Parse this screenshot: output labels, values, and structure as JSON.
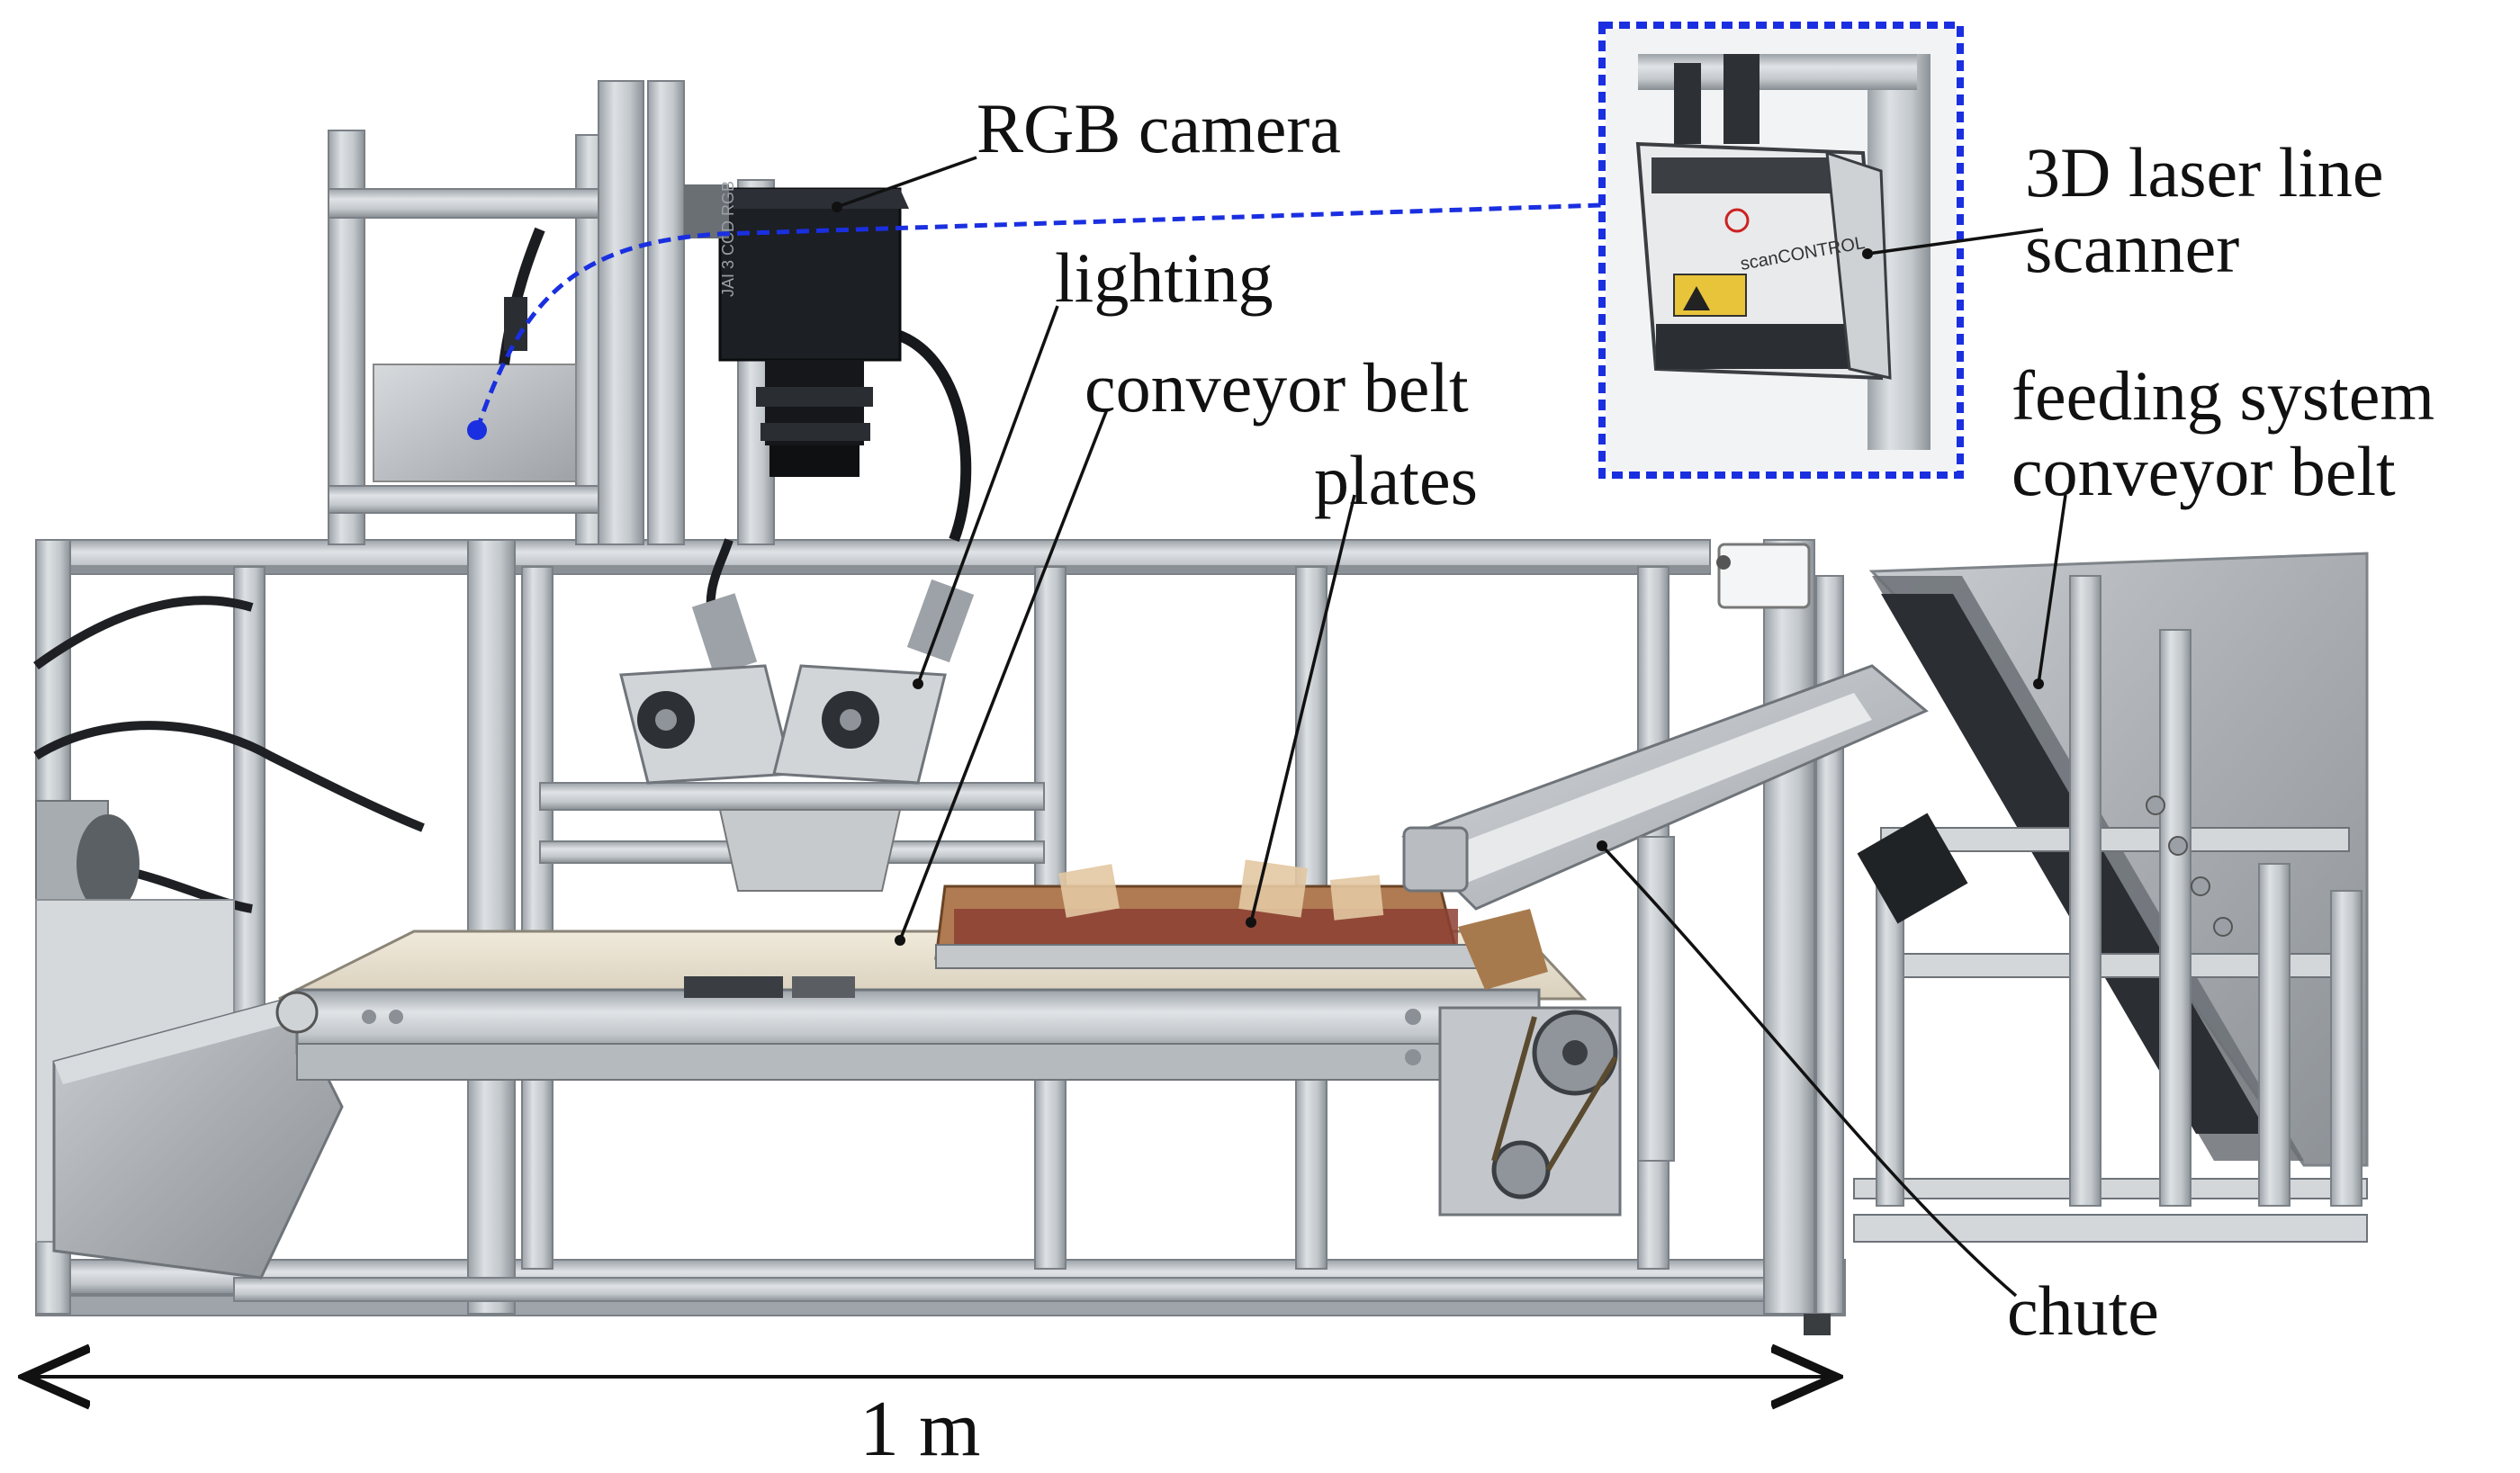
{
  "figure": {
    "labels": {
      "rgb_camera": "RGB camera",
      "lighting": "lighting",
      "conveyor_belt": "conveyor belt",
      "plates": "plates",
      "laser_scanner_line1": "3D laser line",
      "laser_scanner_line2": "scanner",
      "feeding_line1": "feeding system",
      "feeding_line2": "conveyor belt",
      "chute": "chute",
      "scale": "1 m"
    },
    "device_text": {
      "camera_badge": "JAI 3 CCD RGB",
      "scanner_brand": "scanCONTROL"
    },
    "colors": {
      "frame": "#c8cdd2",
      "frame_shadow": "#8f969c",
      "inset_border": "#1a2fe0",
      "leader": "#111111",
      "belt": "#e9e2d2",
      "camera_body": "#1c1f24",
      "sheet_metal": "#b9bdc1"
    }
  }
}
